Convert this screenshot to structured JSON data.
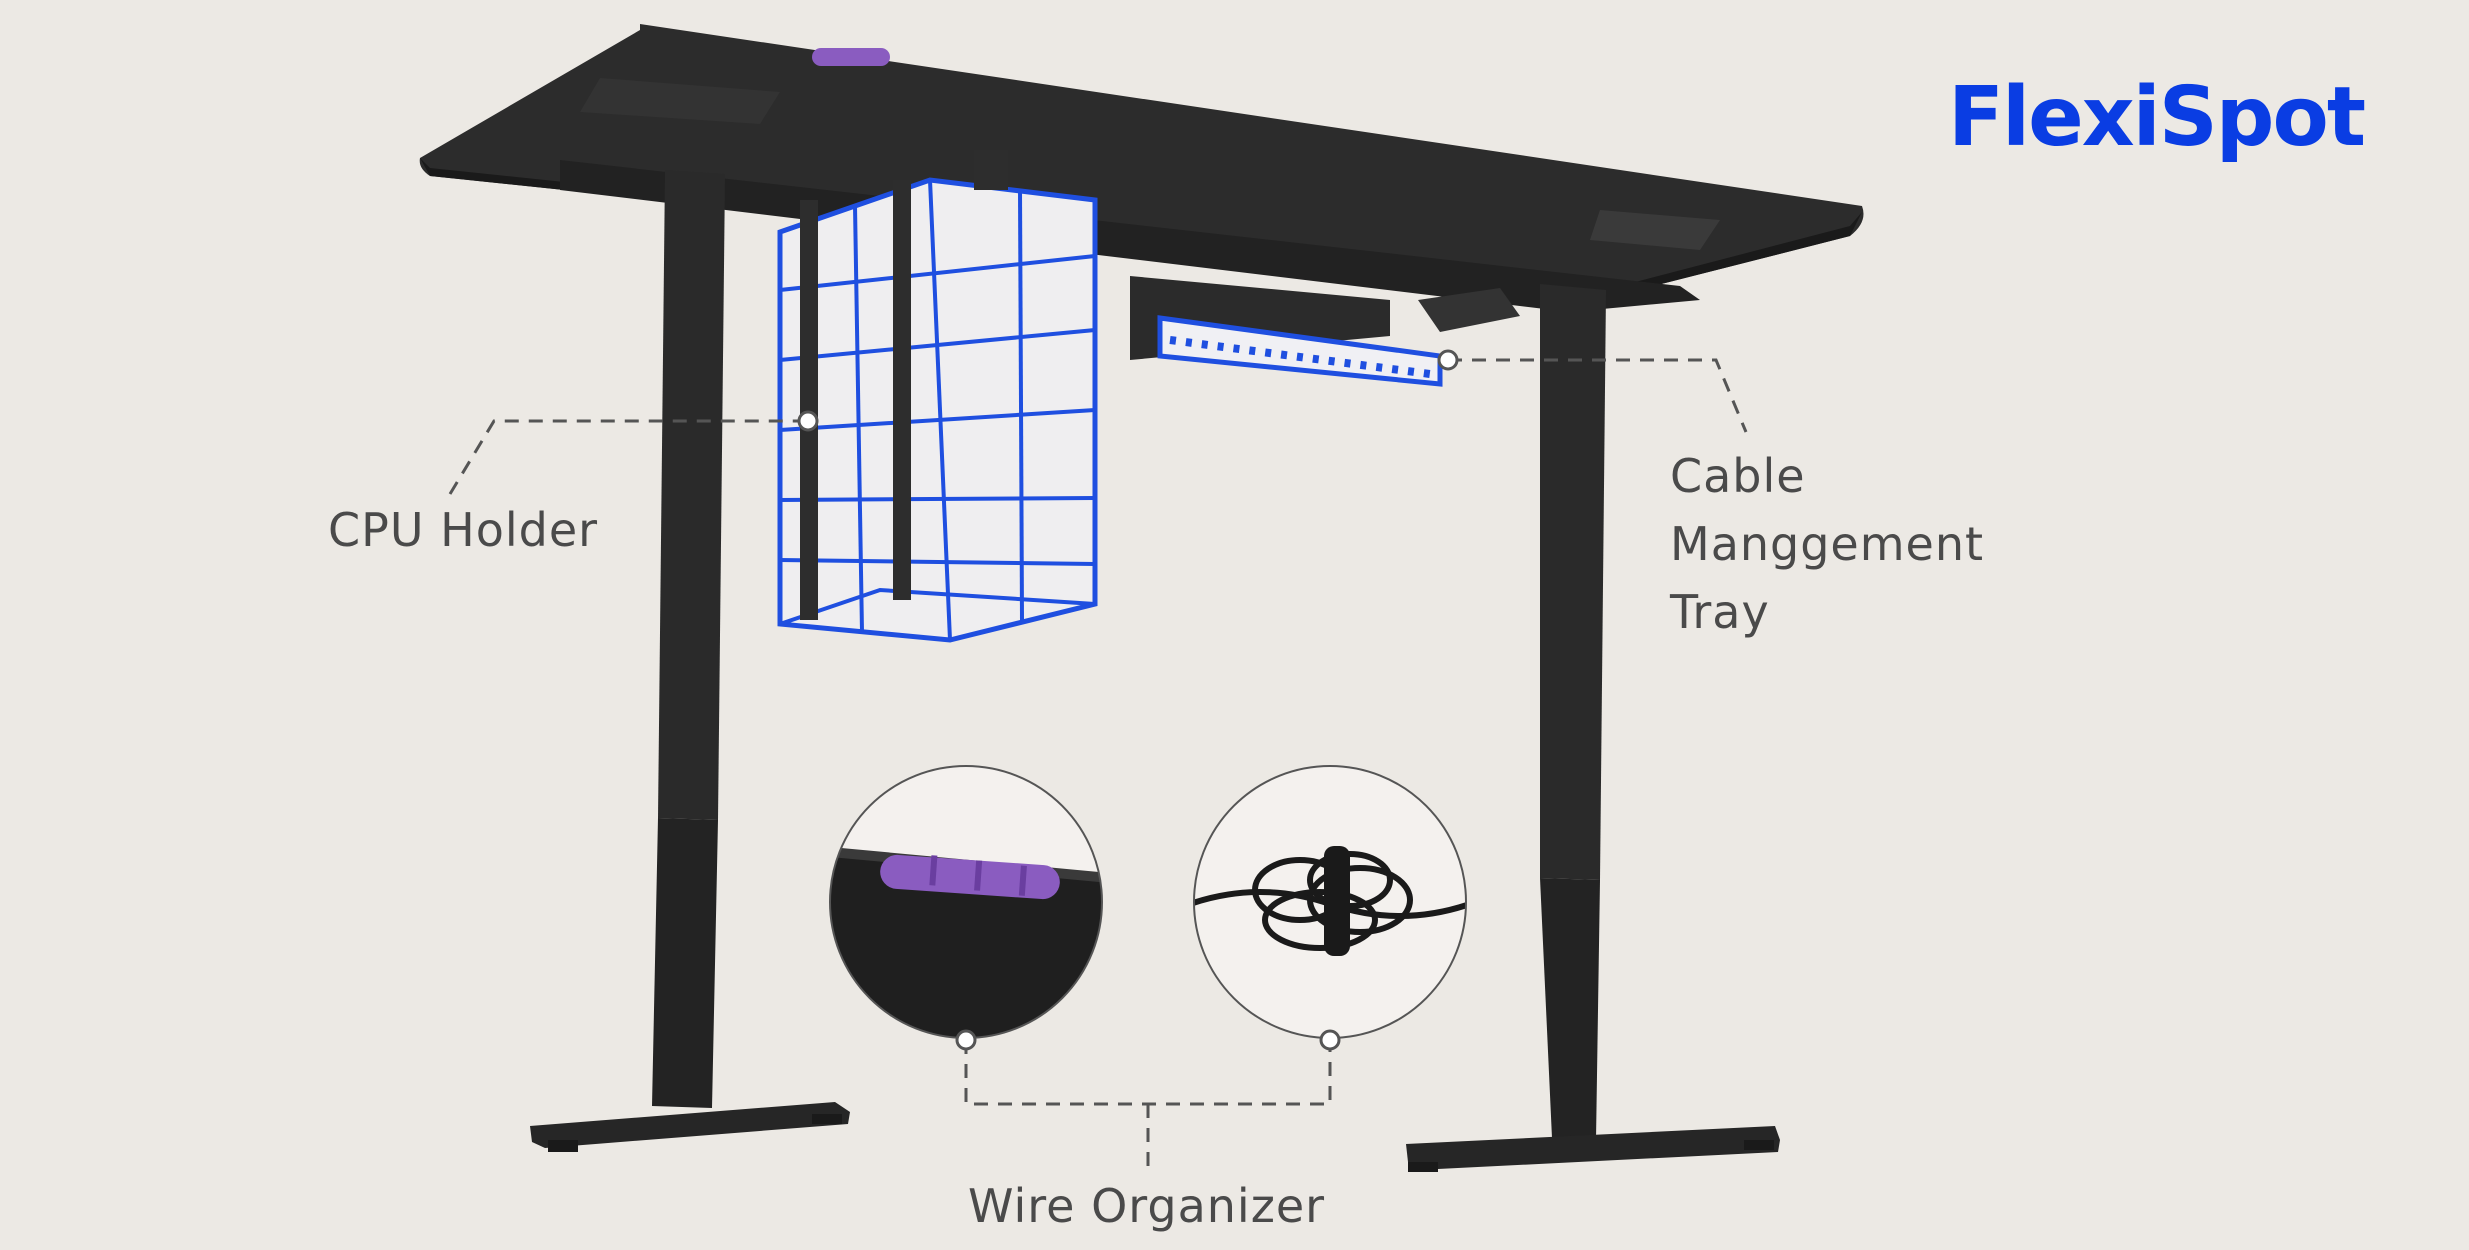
{
  "brand": {
    "name": "FlexiSpot",
    "color": "#0a3de3"
  },
  "labels": {
    "cpu_holder": "CPU Holder",
    "cable_tray": [
      "Cable",
      "Manggement",
      "Tray"
    ],
    "wire_organizer": "Wire Organizer"
  },
  "colors": {
    "background": "#ece9e4",
    "desk": "#2a2a2a",
    "highlight": "#1f4fe0",
    "accent_purple": "#8a5cc0",
    "label_text": "#4a4a4a"
  }
}
